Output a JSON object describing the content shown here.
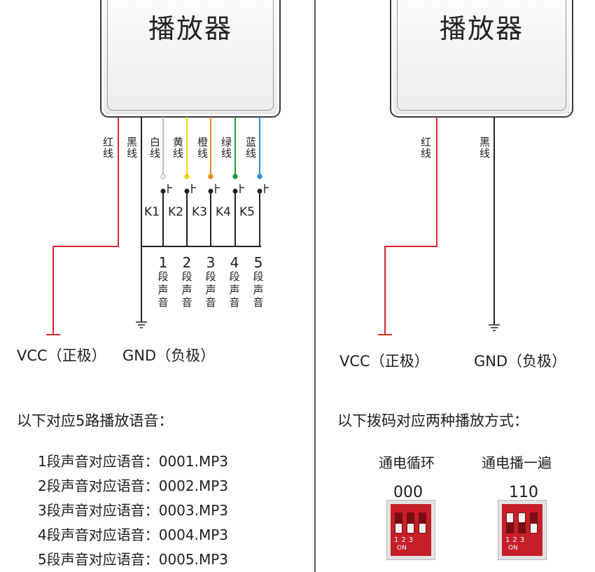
{
  "left": {
    "player_title": "播放器",
    "wires": [
      {
        "label": "红线",
        "color": "#d9262b"
      },
      {
        "label": "黑线",
        "color": "#222222"
      },
      {
        "label": "白线",
        "color": "#bdbdbd"
      },
      {
        "label": "黄线",
        "color": "#f2d200"
      },
      {
        "label": "橙线",
        "color": "#f08a1c"
      },
      {
        "label": "绿线",
        "color": "#1f9a3a"
      },
      {
        "label": "蓝线",
        "color": "#2a8fdc"
      }
    ],
    "keys": [
      "K1",
      "K2",
      "K3",
      "K4",
      "K5"
    ],
    "segments": [
      {
        "num": "1",
        "c1": "段",
        "c2": "声",
        "c3": "音"
      },
      {
        "num": "2",
        "c1": "段",
        "c2": "声",
        "c3": "音"
      },
      {
        "num": "3",
        "c1": "段",
        "c2": "声",
        "c3": "音"
      },
      {
        "num": "4",
        "c1": "段",
        "c2": "声",
        "c3": "音"
      },
      {
        "num": "5",
        "c1": "段",
        "c2": "声",
        "c3": "音"
      }
    ],
    "vcc_label": "VCC（正极）",
    "gnd_label": "GND（负极）",
    "intro": "以下对应5路播放语音：",
    "mappings": [
      "1段声音对应语音：0001.MP3",
      "2段声音对应语音：0002.MP3",
      "3段声音对应语音：0003.MP3",
      "4段声音对应语音：0004.MP3",
      "5段声音对应语音：0005.MP3"
    ]
  },
  "right": {
    "player_title": "播放器",
    "wires": [
      {
        "label": "红线",
        "color": "#d9262b"
      },
      {
        "label": "黑线",
        "color": "#222222"
      }
    ],
    "vcc_label": "VCC（正极）",
    "gnd_label": "GND（负极）",
    "intro": "以下拨码对应两种播放方式：",
    "modes": [
      {
        "name": "通电循环",
        "code": "000",
        "switches_on": [
          false,
          false,
          false
        ]
      },
      {
        "name": "通电播一遍",
        "code": "110",
        "switches_on": [
          true,
          true,
          false
        ]
      }
    ],
    "dip_numbers": "123",
    "dip_on": "ON"
  }
}
